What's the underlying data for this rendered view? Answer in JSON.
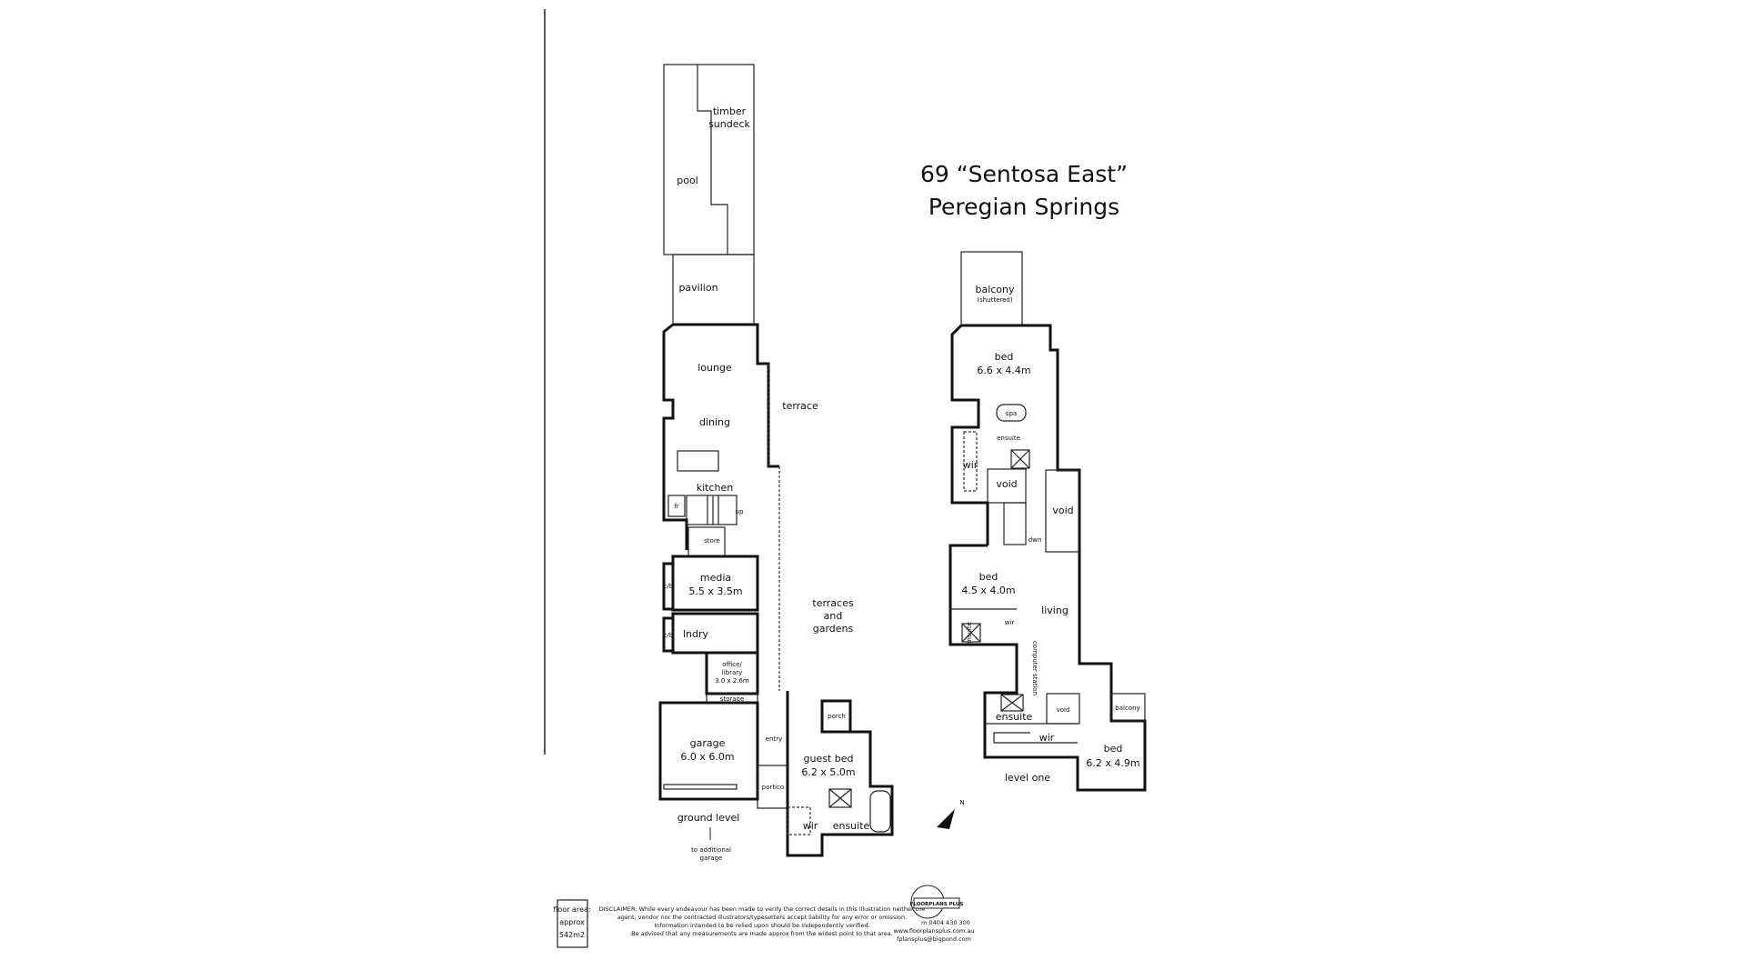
{
  "title": {
    "line1": "69 “Sentosa East”",
    "line2": "Peregian Springs"
  },
  "ground_level": {
    "level_label": "ground level",
    "rooms": {
      "timber": "timber",
      "sundeck": "sundeck",
      "pool": "pool",
      "pavilion": "pavilion",
      "lounge": "lounge",
      "dining": "dining",
      "kitchen": "kitchen",
      "terrace": "terrace",
      "fr": "fr",
      "up": "up",
      "store": "store",
      "media": "media",
      "media_size": "5.5 x 3.5m",
      "cb1": "c/b",
      "cb2": "c/b",
      "lndry": "lndry",
      "office1": "office/",
      "office2": "library",
      "office_size": "3.0 x 2.6m",
      "storage": "storage",
      "garage": "garage",
      "garage_size": "6.0 x 6.0m",
      "entry": "entry",
      "portico": "portico",
      "porch": "porch",
      "guest_bed": "guest bed",
      "guest_bed_size": "6.2 x 5.0m",
      "wir": "wir",
      "ensuite": "ensuite",
      "terraces1": "terraces",
      "terraces2": "and",
      "terraces3": "gardens"
    },
    "note1": "to additional",
    "note2": "garage"
  },
  "level_one": {
    "level_label": "level one",
    "rooms": {
      "balcony": "balcony",
      "shuttered": "(shuttered)",
      "bed1": "bed",
      "bed1_size": "6.6 x 4.4m",
      "spa": "spa",
      "ensuite1": "ensuite",
      "wir1": "wir",
      "void1": "void",
      "void2": "void",
      "dwn": "dwn",
      "bed2": "bed",
      "bed2_size": "4.5 x 4.0m",
      "ensuite2": "ensuite",
      "wir2": "wir",
      "living": "living",
      "computer_station": "computer station",
      "ensuite3": "ensuite",
      "void3": "void",
      "balcony2": "balcony",
      "wir3": "wir",
      "bed3": "bed",
      "bed3_size": "6.2 x 4.9m"
    }
  },
  "north_label": "N",
  "floor_area": {
    "line1": "floor area:",
    "line2": "approx",
    "line3": "542m2"
  },
  "disclaimer": [
    "DISCLAIMER: While every endeavour has been made to verify the correct details in this illustration neither the",
    "agent, vendor nor the contracted illustrators/typesetters accept liability for any error or omission.",
    "Information intended to be relied upon should be independently verified.",
    "Be advised that any measurements are made approx from the widest point to that area."
  ],
  "company": {
    "logo_text": "FLOORPLANS PLUS",
    "phone": "m 0404 430 300",
    "website": "www.floorplansplus.com.au",
    "email": "fplansplus@bigpond.com"
  }
}
